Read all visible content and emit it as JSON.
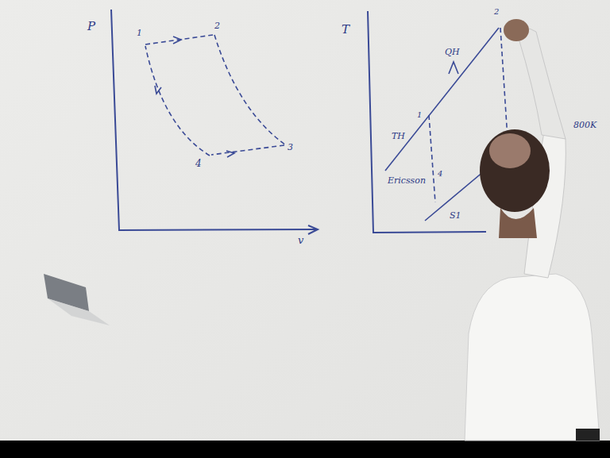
{
  "diagram": {
    "labels": [
      "P",
      "1",
      "2",
      "3",
      "4",
      "v",
      "T",
      "QH",
      "TH",
      "Ericsson",
      "1",
      "4",
      "S1",
      "2",
      "800K"
    ]
  }
}
